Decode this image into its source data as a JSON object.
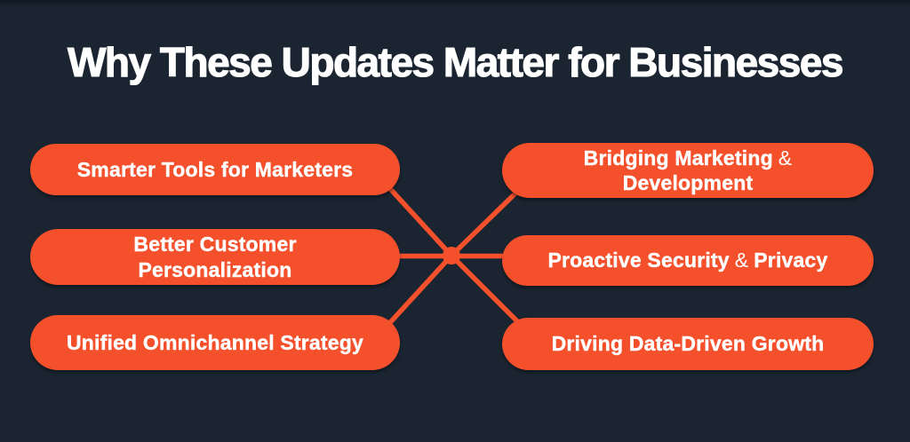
{
  "title": "Why These Updates Matter for Businesses",
  "colors": {
    "background": "#1b2531",
    "pill_fill": "#f4502c",
    "connector": "#f4502c",
    "text": "#ffffff"
  },
  "diagram": {
    "type": "hub-and-spoke",
    "hub": "center-dot",
    "connections": [
      {
        "from": "smarter-tools-for-marketers",
        "to": "hub"
      },
      {
        "from": "better-customer-personalization",
        "to": "hub"
      },
      {
        "from": "unified-omnichannel-strategy",
        "to": "hub"
      },
      {
        "from": "bridging-marketing-development",
        "to": "hub"
      },
      {
        "from": "proactive-security-privacy",
        "to": "hub"
      },
      {
        "from": "driving-data-driven-growth",
        "to": "hub"
      }
    ]
  },
  "pills": [
    {
      "id": "smarter-tools-for-marketers",
      "column": "left",
      "label": "Smarter Tools for Marketers"
    },
    {
      "id": "better-customer-personalization",
      "column": "left",
      "line1": "Better Customer",
      "line2": "Personalization"
    },
    {
      "id": "unified-omnichannel-strategy",
      "column": "left",
      "label": "Unified Omnichannel Strategy"
    },
    {
      "id": "bridging-marketing-development",
      "column": "right",
      "line1_main": "Bridging Marketing",
      "line1_amp": "&",
      "line2": "Development"
    },
    {
      "id": "proactive-security-privacy",
      "column": "right",
      "part1": "Proactive Security",
      "amp": "&",
      "part2": "Privacy"
    },
    {
      "id": "driving-data-driven-growth",
      "column": "right",
      "label": "Driving Data-Driven Growth"
    }
  ]
}
